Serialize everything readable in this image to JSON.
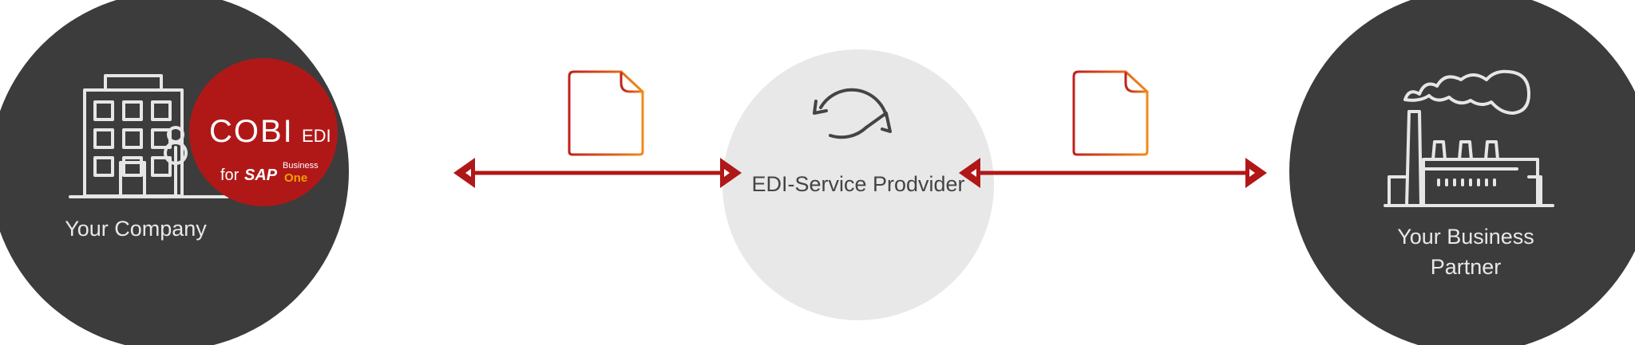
{
  "nodes": {
    "company": {
      "label": "Your Company",
      "color": "#3c3c3c"
    },
    "provider": {
      "label": "EDI-Service Prodvider",
      "color": "#e8e8e8"
    },
    "partner": {
      "label_line1": "Your Business",
      "label_line2": "Partner",
      "color": "#3c3c3c"
    }
  },
  "logo": {
    "brand": "COBI",
    "suffix": "EDI",
    "for": "for",
    "sap": "SAP",
    "business": "Business",
    "one": "One",
    "color": "#b01818"
  },
  "arrows": {
    "color": "#b01818"
  },
  "icons": {
    "building": "building-icon",
    "document": "document-icon",
    "sync": "sync-icon",
    "factory": "factory-icon"
  }
}
